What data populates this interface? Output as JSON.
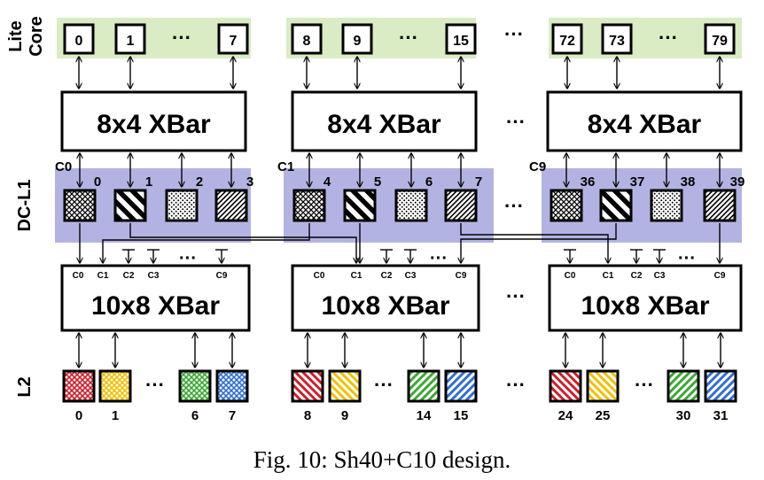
{
  "row_labels": {
    "lite_core": [
      "Lite",
      "Core"
    ],
    "dc_l1": "DC-L1",
    "l2": "L2"
  },
  "ellipsis": "···",
  "caption": "Fig. 10: Sh40+C10 design.",
  "colors": {
    "lite_core_band": "#d9ecc3",
    "dc_l1_band": "#b3b3e3",
    "l2_tiles": [
      "#d01d2a",
      "#f0c000",
      "#3aa832",
      "#2f6fd6"
    ]
  },
  "groups": [
    {
      "lite_cores": [
        "0",
        "1",
        "7"
      ],
      "l1_xbar": "8x4 XBar",
      "cluster": "C0",
      "dc_l1": [
        "0",
        "1",
        "2",
        "3"
      ],
      "l2_xbar": "10x8 XBar",
      "l2_ports": [
        "C0",
        "C1",
        "C2",
        "C3",
        "C9"
      ],
      "l2_banks": [
        "0",
        "1",
        "6",
        "7"
      ]
    },
    {
      "lite_cores": [
        "8",
        "9",
        "15"
      ],
      "l1_xbar": "8x4 XBar",
      "cluster": "C1",
      "dc_l1": [
        "4",
        "5",
        "6",
        "7"
      ],
      "l2_xbar": "10x8 XBar",
      "l2_ports": [
        "C0",
        "C1",
        "C2",
        "C3",
        "C9"
      ],
      "l2_banks": [
        "8",
        "9",
        "14",
        "15"
      ]
    },
    {
      "lite_cores": [
        "72",
        "73",
        "79"
      ],
      "l1_xbar": "8x4 XBar",
      "cluster": "C9",
      "dc_l1": [
        "36",
        "37",
        "38",
        "39"
      ],
      "l2_xbar": "10x8 XBar",
      "l2_ports": [
        "C0",
        "C1",
        "C2",
        "C3",
        "C9"
      ],
      "l2_banks": [
        "24",
        "25",
        "30",
        "31"
      ]
    }
  ]
}
